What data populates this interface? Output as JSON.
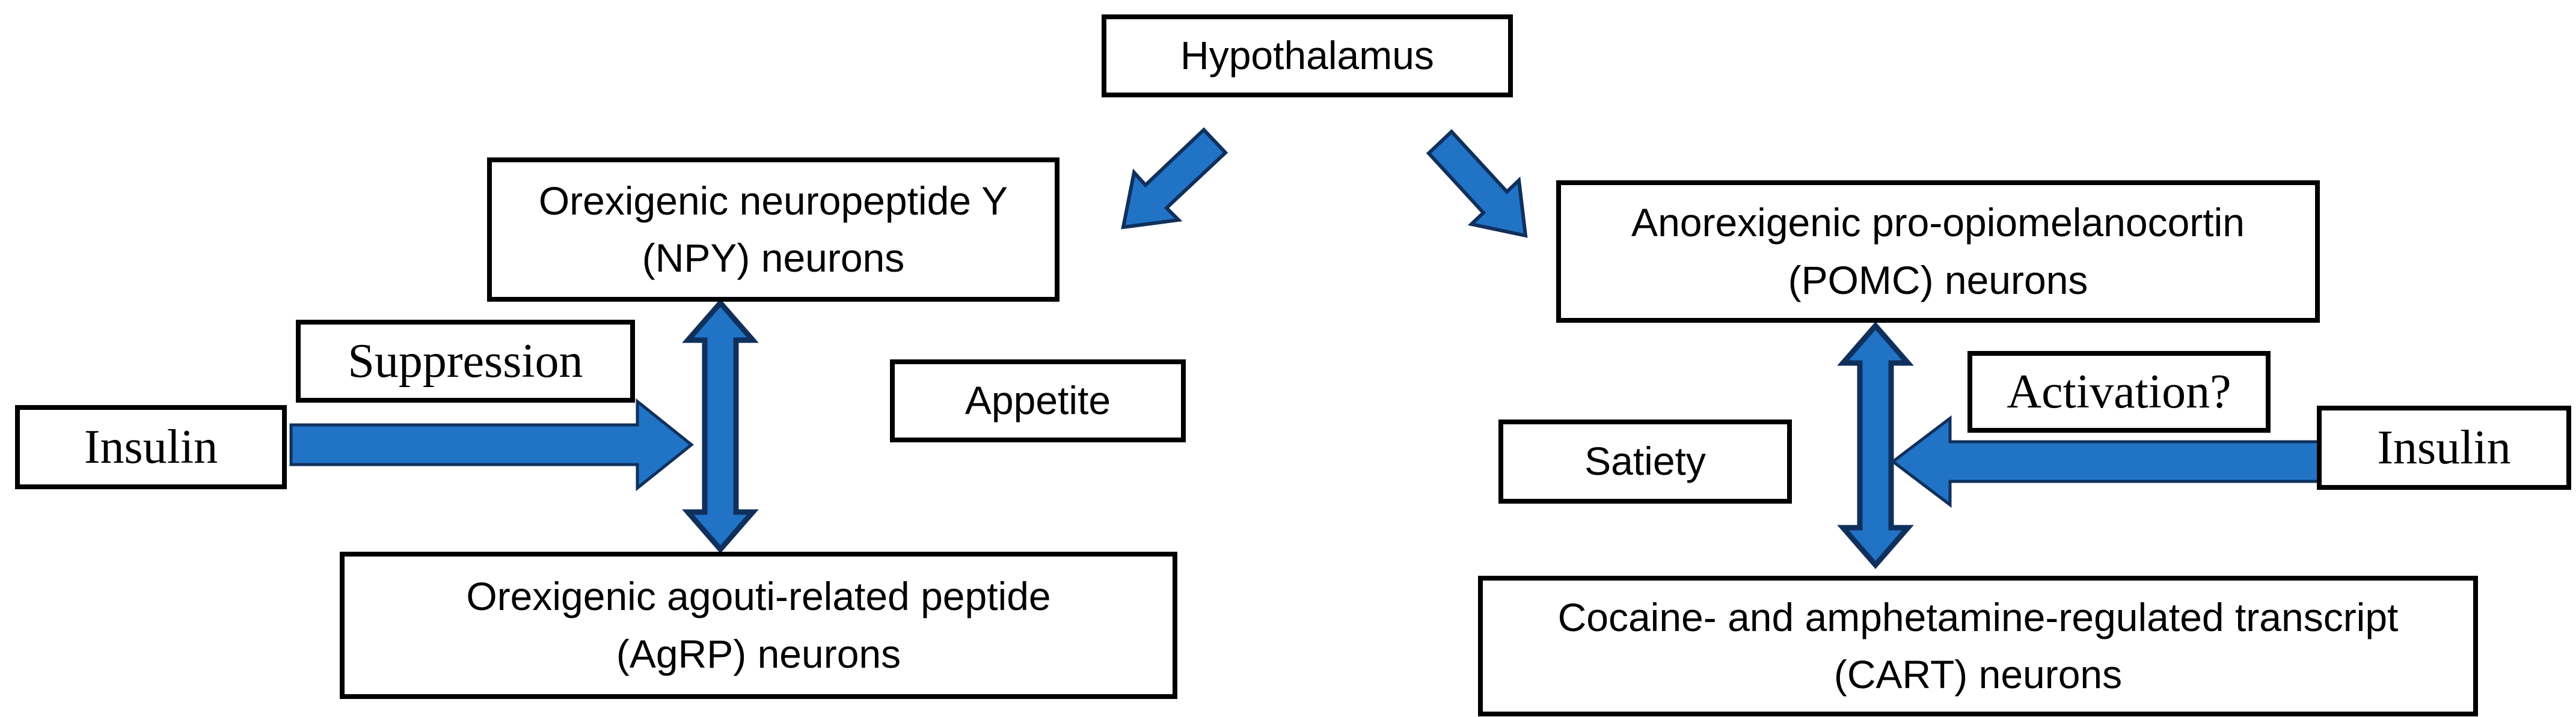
{
  "boxes": {
    "hypothalamus": {
      "label": "Hypothalamus"
    },
    "npy": {
      "line1": "Orexigenic neuropeptide Y",
      "line2": "(NPY) neurons"
    },
    "pomc": {
      "line1": "Anorexigenic pro-opiomelanocortin",
      "line2": "(POMC) neurons"
    },
    "agrp": {
      "line1": "Orexigenic agouti-related peptide",
      "line2": "(AgRP) neurons"
    },
    "cart": {
      "line1": "Cocaine- and amphetamine-regulated transcript",
      "line2": "(CART) neurons"
    },
    "appetite": {
      "label": "Appetite"
    },
    "satiety": {
      "label": "Satiety"
    },
    "suppression": {
      "label": "Suppression"
    },
    "activation": {
      "label": "Activation?"
    },
    "insulin_left": {
      "label": "Insulin"
    },
    "insulin_right": {
      "label": "Insulin"
    }
  },
  "arrows": [
    {
      "id": "hypothalamus-to-npy",
      "from": "hypothalamus",
      "to": "npy",
      "heads": "single",
      "direction": "down-left"
    },
    {
      "id": "hypothalamus-to-pomc",
      "from": "hypothalamus",
      "to": "pomc",
      "heads": "single",
      "direction": "down-right"
    },
    {
      "id": "insulin-suppression",
      "from": "insulin_left",
      "to": "npy-agrp-axis",
      "heads": "single",
      "direction": "right",
      "label": "Suppression"
    },
    {
      "id": "insulin-activation",
      "from": "insulin_right",
      "to": "pomc-cart-axis",
      "heads": "single",
      "direction": "left",
      "label": "Activation?"
    },
    {
      "id": "npy-agrp",
      "from": "npy",
      "to": "agrp",
      "heads": "double",
      "direction": "vertical"
    },
    {
      "id": "pomc-cart",
      "from": "pomc",
      "to": "cart",
      "heads": "double",
      "direction": "vertical"
    }
  ],
  "colors": {
    "arrow_fill": "#2173C6",
    "arrow_outline": "#10305C",
    "box_border": "#000000",
    "box_background": "#FFFFFF",
    "text": "#000000",
    "page_background": "#FFFFFF"
  }
}
